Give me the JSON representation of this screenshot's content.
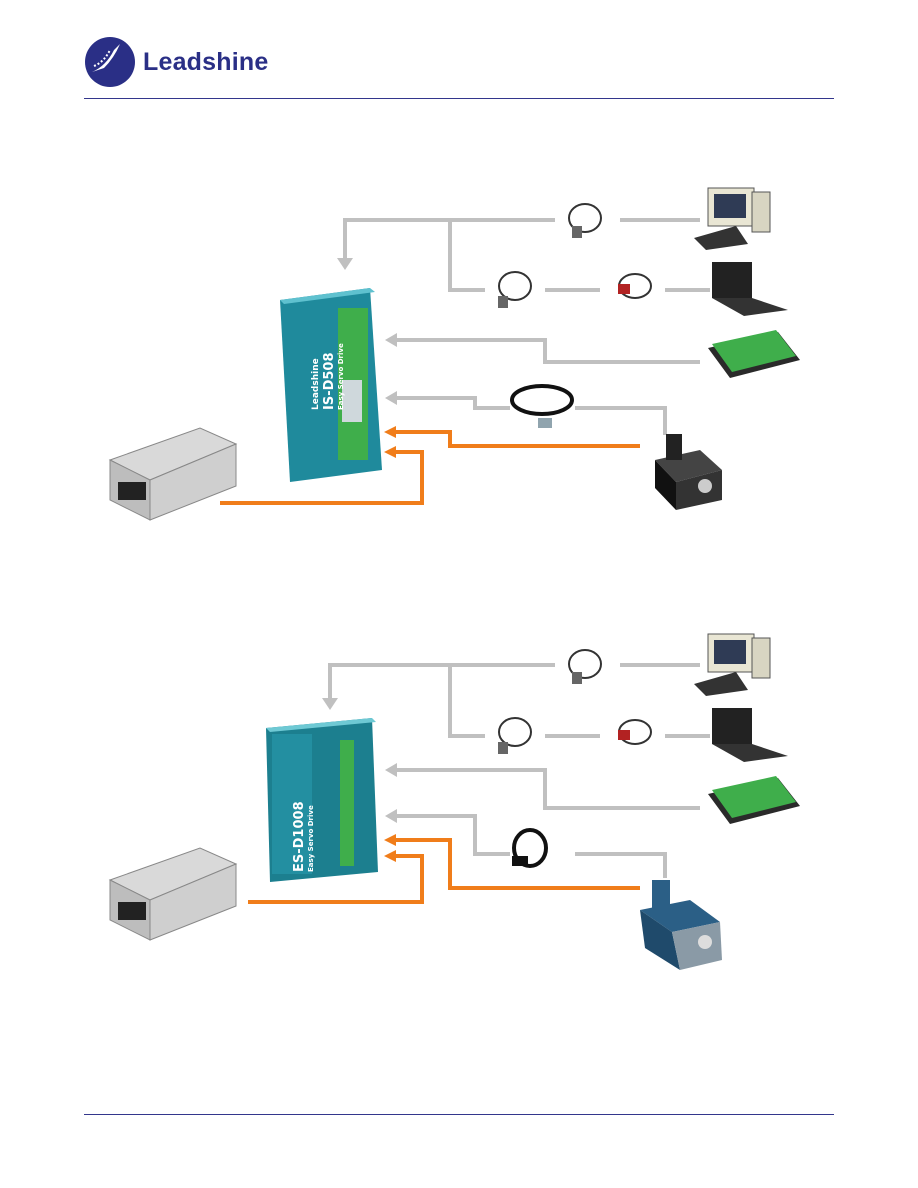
{
  "header": {
    "brand_name": "Leadshine",
    "brand_color": "#2a2f86"
  },
  "diagram_top": {
    "drive": {
      "brand": "Leadshine",
      "model": "IS-D508",
      "subtitle": "Easy Servo Drive"
    }
  },
  "diagram_bottom": {
    "drive": {
      "model": "ES-D1008",
      "subtitle": "Easy Servo Drive"
    }
  },
  "colors": {
    "cable_gray": "#c0c0c0",
    "power_orange": "#f07d1a",
    "drive_teal": "#1f8a9c"
  }
}
